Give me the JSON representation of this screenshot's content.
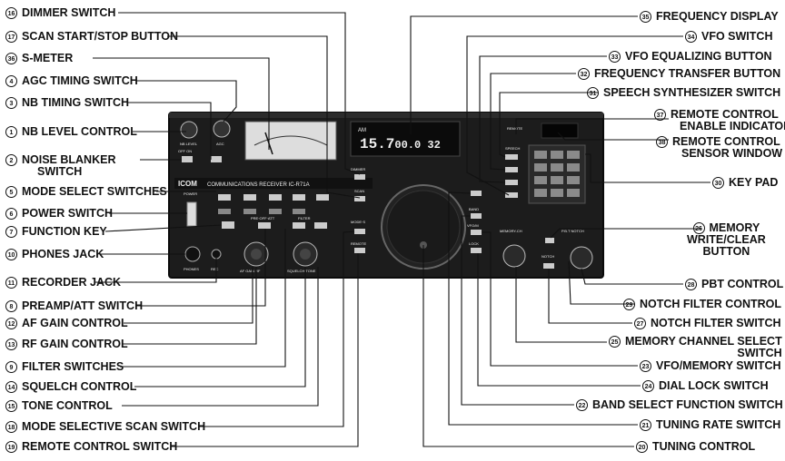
{
  "panel": {
    "brand": "ICOM",
    "model": "COMMUNICATIONS RECEIVER IC-R71A",
    "freq_prefix": "AM",
    "frequency": "15.7",
    "frequency_rest": "00.0 32",
    "controls": {
      "nb_level": "NB LEVEL",
      "agc": "AGC",
      "off_on": "OFF ON",
      "power": "POWER",
      "phones": "PHONES",
      "rec": "REC",
      "preamp": "PRE·OFF·ATT",
      "filter": "FILTER",
      "af_rf": "AF GAIN RF",
      "squelch_tone": "SQUELCH TONE",
      "dimmer": "DIMMER",
      "scan": "SCAN",
      "mode_s": "MODE·S",
      "remote": "REMOTE",
      "band": "BAND",
      "vfo_m": "VFO/M",
      "lock": "LOCK",
      "memory_ch": "MEMORY-CH",
      "pbt_notch": "P.B.T NOTCH",
      "notch": "NOTCH",
      "speech": "SPEECH",
      "remote_ind": "REMOTE"
    }
  },
  "labels_left": [
    {
      "num": "16",
      "text": "DIMMER SWITCH"
    },
    {
      "num": "17",
      "text": "SCAN START/STOP BUTTON"
    },
    {
      "num": "36",
      "text": "S-METER"
    },
    {
      "num": "4",
      "text": "AGC TIMING SWITCH"
    },
    {
      "num": "3",
      "text": "NB TIMING SWITCH"
    },
    {
      "num": "1",
      "text": "NB LEVEL CONTROL"
    },
    {
      "num": "2",
      "text": "NOISE BLANKER",
      "text2": "SWITCH"
    },
    {
      "num": "5",
      "text": "MODE SELECT SWITCHES"
    },
    {
      "num": "6",
      "text": "POWER SWITCH"
    },
    {
      "num": "7",
      "text": "FUNCTION KEY"
    },
    {
      "num": "10",
      "text": "PHONES JACK"
    },
    {
      "num": "11",
      "text": "RECORDER JACK"
    },
    {
      "num": "8",
      "text": "PREAMP/ATT SWITCH"
    },
    {
      "num": "12",
      "text": "AF GAIN CONTROL"
    },
    {
      "num": "13",
      "text": "RF GAIN CONTROL"
    },
    {
      "num": "9",
      "text": "FILTER SWITCHES"
    },
    {
      "num": "14",
      "text": "SQUELCH CONTROL"
    },
    {
      "num": "15",
      "text": "TONE CONTROL"
    },
    {
      "num": "18",
      "text": "MODE SELECTIVE SCAN SWITCH"
    },
    {
      "num": "19",
      "text": "REMOTE CONTROL SWITCH"
    }
  ],
  "labels_right": [
    {
      "num": "35",
      "text": "FREQUENCY DISPLAY"
    },
    {
      "num": "34",
      "text": "VFO SWITCH"
    },
    {
      "num": "33",
      "text": "VFO EQUALIZING BUTTON"
    },
    {
      "num": "32",
      "text": "FREQUENCY TRANSFER BUTTON"
    },
    {
      "num": "31",
      "text": "SPEECH SYNTHESIZER SWITCH"
    },
    {
      "num": "37",
      "text": "REMOTE CONTROL",
      "text2": "ENABLE INDICATOR"
    },
    {
      "num": "38",
      "text": "REMOTE CONTROL",
      "text2": "SENSOR WINDOW"
    },
    {
      "num": "30",
      "text": "KEY PAD"
    },
    {
      "num": "26",
      "text": "MEMORY",
      "text2": "WRITE/CLEAR",
      "text3": "BUTTON"
    },
    {
      "num": "28",
      "text": "PBT CONTROL"
    },
    {
      "num": "29",
      "text": "NOTCH FILTER CONTROL"
    },
    {
      "num": "27",
      "text": "NOTCH FILTER SWITCH"
    },
    {
      "num": "25",
      "text": "MEMORY CHANNEL SELECT",
      "text2": "SWITCH"
    },
    {
      "num": "23",
      "text": "VFO/MEMORY SWITCH"
    },
    {
      "num": "24",
      "text": "DIAL LOCK SWITCH"
    },
    {
      "num": "22",
      "text": "BAND SELECT FUNCTION SWITCH"
    },
    {
      "num": "21",
      "text": "TUNING RATE SWITCH"
    },
    {
      "num": "20",
      "text": "TUNING CONTROL"
    }
  ],
  "colors": {
    "panel": "#1c1c1c",
    "panel_edge": "#0a0a0a",
    "keypad": "#8a8a8a",
    "line": "#111111"
  }
}
